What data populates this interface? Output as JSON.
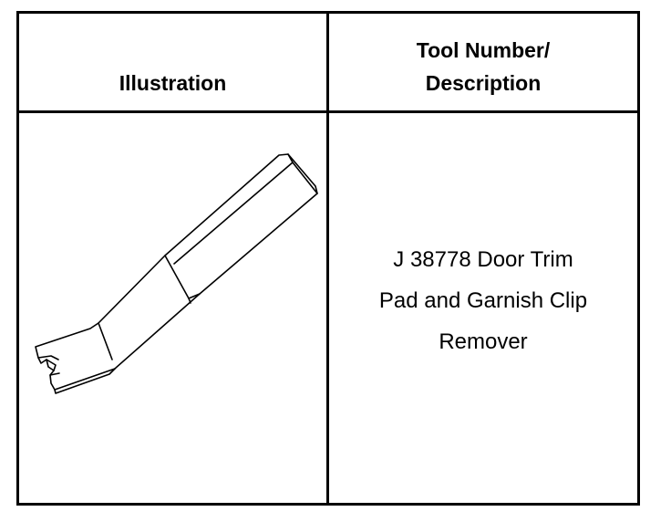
{
  "table": {
    "headers": {
      "illustration": "Illustration",
      "tool_line1": "Tool Number/",
      "tool_line2": "Description"
    },
    "rows": [
      {
        "illustration_icon": "trim-clip-remover-tool-icon",
        "description_lines": [
          "J 38778 Door Trim",
          "Pad and Garnish Clip",
          "Remover"
        ]
      }
    ]
  }
}
